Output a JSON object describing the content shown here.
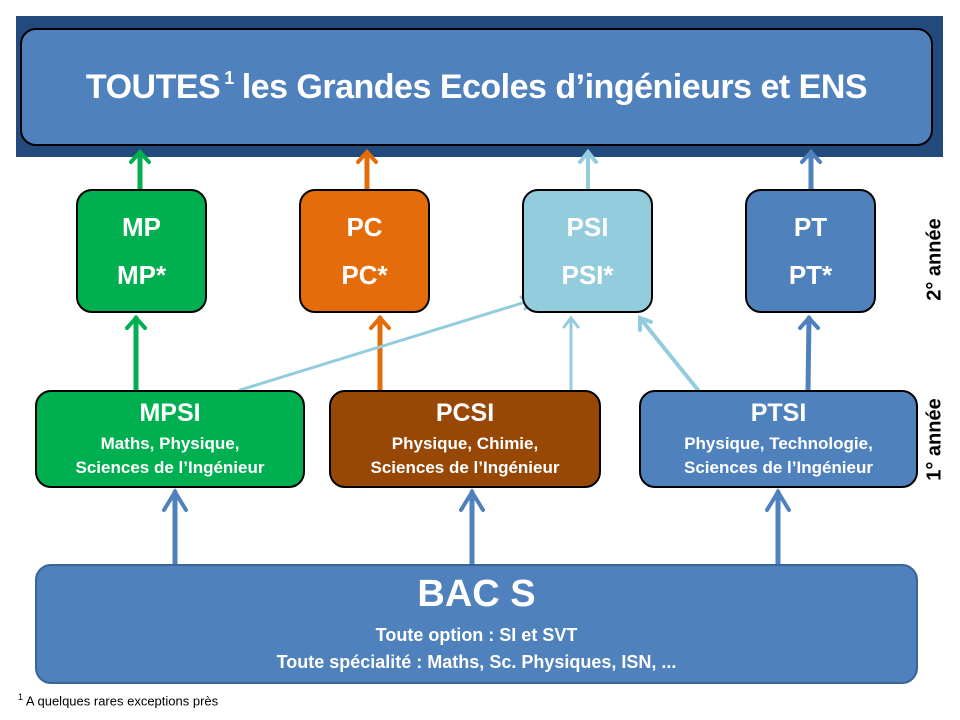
{
  "header": {
    "title_before": "TOUTES",
    "footnote_mark": "1",
    "title_after": "les Grandes Ecoles d’ingénieurs et ENS"
  },
  "second_year": {
    "label": "2° année",
    "boxes": [
      {
        "line1": "MP",
        "line2": "MP*",
        "color": "#00b050"
      },
      {
        "line1": "PC",
        "line2": "PC*",
        "color": "#e46c0a"
      },
      {
        "line1": "PSI",
        "line2": "PSI*",
        "color": "#93cddd"
      },
      {
        "line1": "PT",
        "line2": "PT*",
        "color": "#4f81bd"
      }
    ]
  },
  "first_year": {
    "label": "1° année",
    "boxes": [
      {
        "name": "MPSI",
        "sub1": "Maths, Physique,",
        "sub2": "Sciences de l’Ingénieur",
        "color": "#00b050"
      },
      {
        "name": "PCSI",
        "sub1": "Physique, Chimie,",
        "sub2": "Sciences de l’Ingénieur",
        "color": "#974706"
      },
      {
        "name": "PTSI",
        "sub1": "Physique, Technologie,",
        "sub2": "Sciences de l’Ingénieur",
        "color": "#4f81bd"
      }
    ]
  },
  "bac": {
    "name": "BAC S",
    "line1": "Toute option : SI et SVT",
    "line2": "Toute spécialité : Maths, Sc. Physiques, ISN, ..."
  },
  "footnote": {
    "mark": "1",
    "text": "A quelques rares exceptions près"
  }
}
